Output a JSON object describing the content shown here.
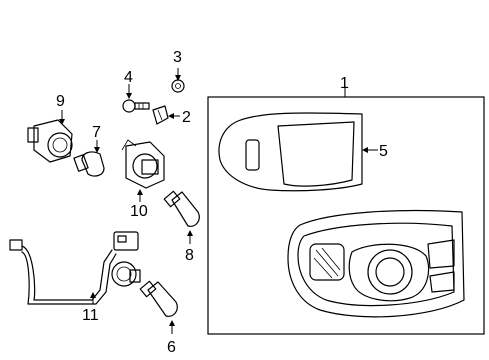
{
  "callouts": {
    "c1": "1",
    "c2": "2",
    "c3": "3",
    "c4": "4",
    "c5": "5",
    "c6": "6",
    "c7": "7",
    "c8": "8",
    "c9": "9",
    "c10": "10",
    "c11": "11"
  }
}
